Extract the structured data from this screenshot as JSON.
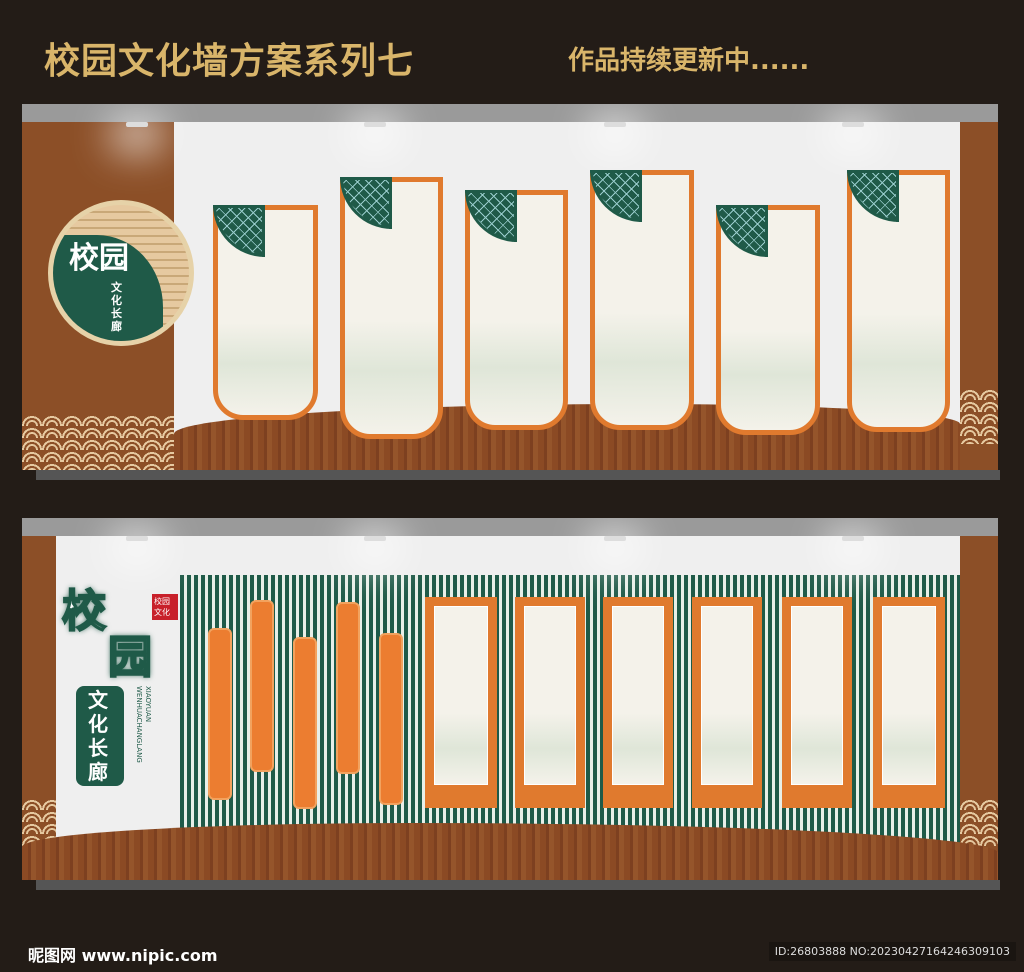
{
  "header": {
    "title": "校园文化墙方案系列七",
    "subtitle": "作品持续更新中......"
  },
  "design1": {
    "logo_main": "校园",
    "logo_sub": "文化长廊"
  },
  "design2": {
    "logo_main1": "校",
    "logo_main2": "园",
    "logo_sub": "文化长廊",
    "logo_pinyin": "XIAOYUAN WENHUACHANGLANG",
    "seal": "校园文化"
  },
  "footer": {
    "watermark": "昵图网 www.nipic.com",
    "id": "ID:26803888 NO:20230427164246309103"
  },
  "colors": {
    "background": "#231c17",
    "gold": "#d9b56a",
    "orange": "#e07a2e",
    "green": "#1f5a48",
    "brown": "#8c4f27"
  }
}
